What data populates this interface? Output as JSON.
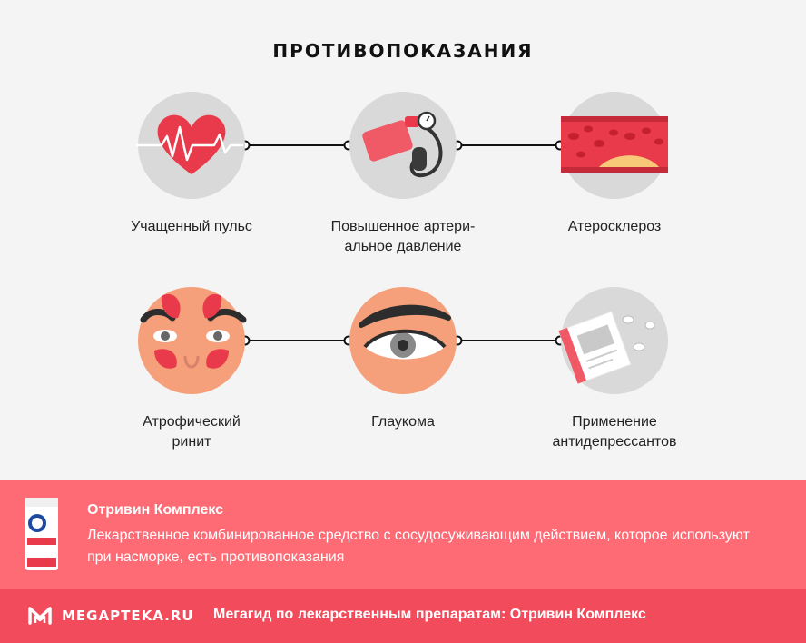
{
  "title": "ПРОТИВОПОКАЗАНИЯ",
  "items": [
    {
      "label": "Учащенный пульс",
      "icon": "heart-pulse-icon"
    },
    {
      "label": "Повышенное артери-\nальное давление",
      "icon": "blood-pressure-monitor-icon"
    },
    {
      "label": "Атеросклероз",
      "icon": "blood-vessel-plaque-icon"
    },
    {
      "label": "Атрофический\nринит",
      "icon": "sinus-face-icon"
    },
    {
      "label": "Глаукома",
      "icon": "eye-icon"
    },
    {
      "label": "Применение\nантидепрессантов",
      "icon": "pills-package-icon"
    }
  ],
  "banner": {
    "title": "Отривин Комплекс",
    "text": "Лекарственное комбинированное средство с сосудосуживающим действием, которое используют при насморке, есть противопоказания"
  },
  "footer": {
    "brand": "MEGAPTEKA.RU",
    "text": "Мегагид по лекарственным препаратам: Отривин Комплекс"
  },
  "colors": {
    "accent": "#f24b5b",
    "banner": "#ff6b75",
    "circle": "#d9d9d9",
    "heart": "#e83a4a",
    "skin": "#f5a07a"
  }
}
